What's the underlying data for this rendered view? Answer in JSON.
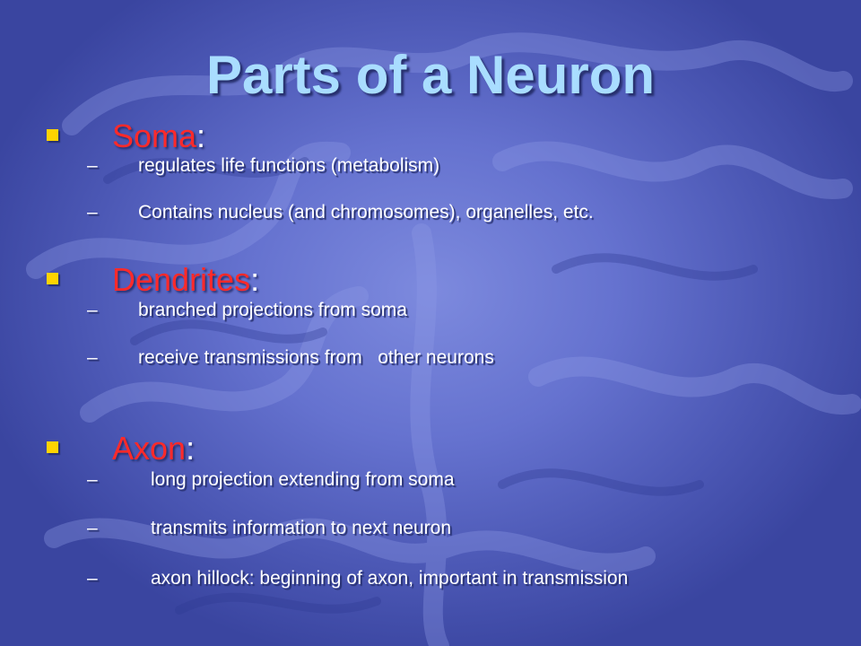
{
  "slide": {
    "title": "Parts of a Neuron",
    "colors": {
      "title": "#a9ddff",
      "term": "#ff2a2a",
      "bullet": "#ffd400",
      "text": "#ffffff",
      "background": "#4f5cb9"
    },
    "background_icon": "brain-texture-icon",
    "bullet_icon": "square-bullet-icon",
    "sections": [
      {
        "term": "Soma",
        "colon": ":",
        "points": [
          "regulates life functions (metabolism)",
          "Contains nucleus (and chromosomes), organelles, etc."
        ]
      },
      {
        "term": "Dendrites",
        "colon": ":",
        "points": [
          "branched projections from soma",
          "receive transmissions from   other neurons"
        ]
      },
      {
        "term": "Axon",
        "colon": ":",
        "points": [
          "long projection extending from soma",
          "transmits information to next neuron",
          "axon hillock: beginning of axon, important in transmission"
        ]
      }
    ],
    "dash": "–"
  }
}
